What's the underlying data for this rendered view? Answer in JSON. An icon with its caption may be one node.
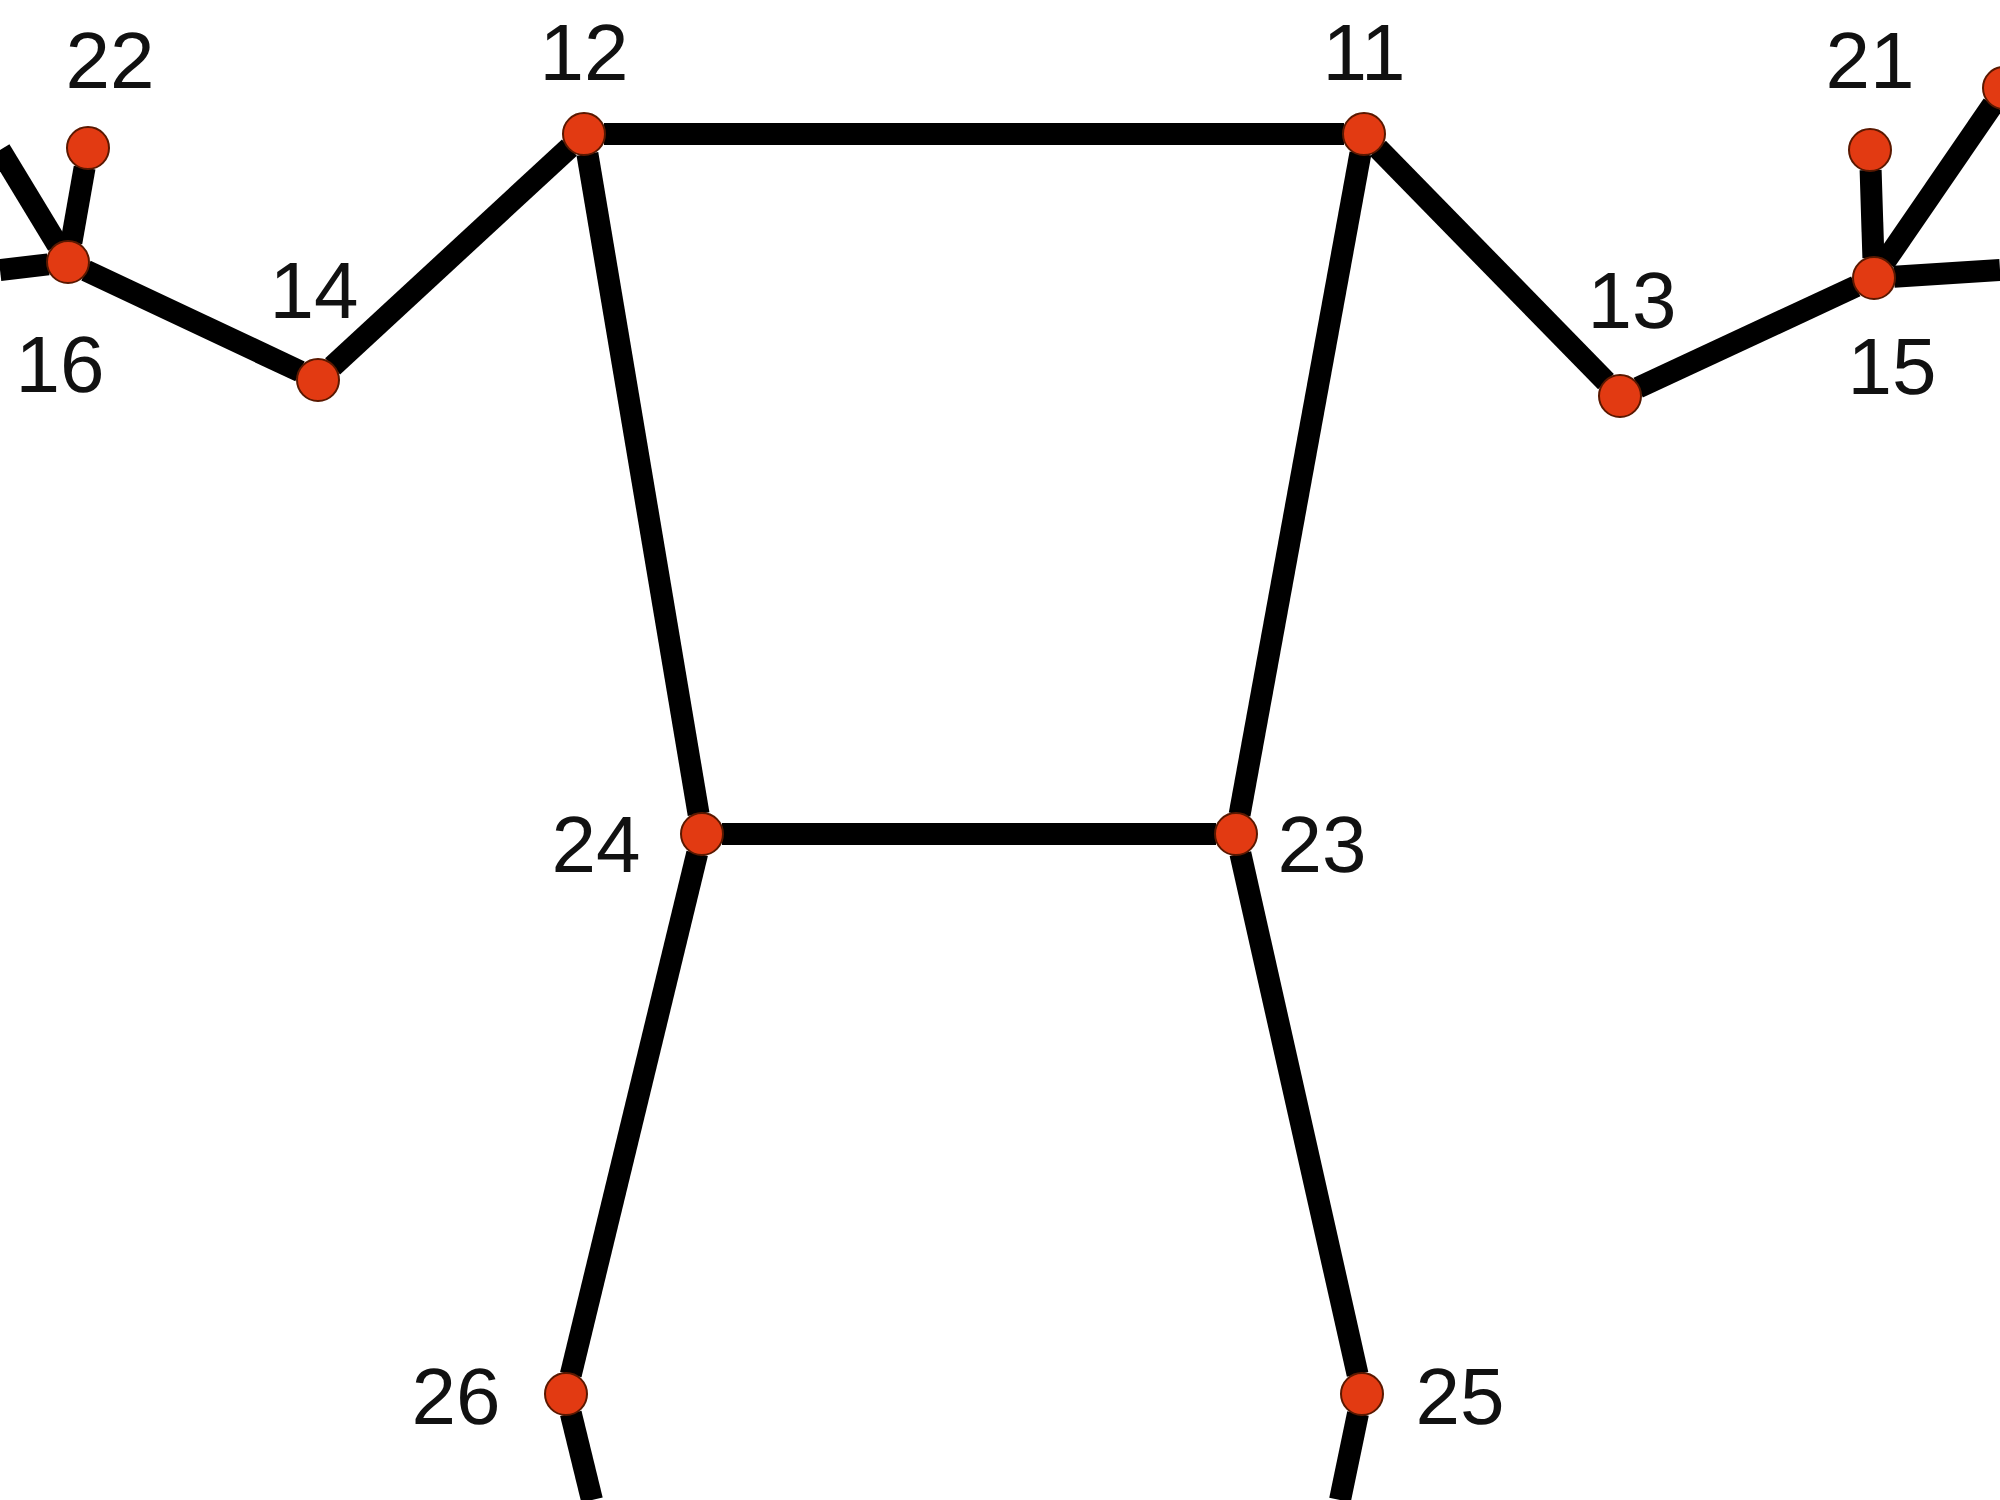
{
  "diagram": {
    "nodes": [
      {
        "text": [],
        "shape": "circle",
        "beside": [
          "22"
        ]
      },
      {
        "text": [],
        "shape": "circle",
        "beside": [
          "12"
        ]
      },
      {
        "text": [],
        "shape": "circle",
        "beside": [
          "11"
        ]
      },
      {
        "text": [],
        "shape": "circle",
        "beside": [
          "21"
        ]
      },
      {
        "text": [],
        "shape": "circle"
      },
      {
        "text": [],
        "shape": "circle",
        "beside": [
          "16"
        ]
      },
      {
        "text": [],
        "shape": "circle",
        "beside": [
          "15"
        ]
      },
      {
        "text": [],
        "shape": "circle",
        "beside": [
          "14"
        ]
      },
      {
        "text": [],
        "shape": "circle",
        "beside": [
          "13"
        ]
      },
      {
        "text": [],
        "shape": "circle",
        "beside": [
          "24"
        ]
      },
      {
        "text": [],
        "shape": "circle",
        "beside": [
          "23"
        ]
      },
      {
        "text": [],
        "shape": "circle",
        "beside": [
          "26"
        ]
      },
      {
        "text": [],
        "shape": "circle",
        "beside": [
          "25"
        ]
      }
    ],
    "edges": [
      {
        "from": 1,
        "to": 2,
        "arrow": "none"
      },
      {
        "from": 1,
        "to": 7,
        "arrow": "none"
      },
      {
        "from": 7,
        "to": 5,
        "arrow": "none"
      },
      {
        "from": 5,
        "to": 0,
        "arrow": "none"
      },
      {
        "from": 5,
        "to": null,
        "arrow": "none"
      },
      {
        "from": 5,
        "to": null,
        "arrow": "none"
      },
      {
        "from": 2,
        "to": 8,
        "arrow": "none"
      },
      {
        "from": 8,
        "to": 6,
        "arrow": "none"
      },
      {
        "from": 6,
        "to": 3,
        "arrow": "none"
      },
      {
        "from": 6,
        "to": 4,
        "arrow": "none"
      },
      {
        "from": 6,
        "to": null,
        "arrow": "none"
      },
      {
        "from": 1,
        "to": 9,
        "arrow": "none"
      },
      {
        "from": 2,
        "to": 10,
        "arrow": "none"
      },
      {
        "from": 9,
        "to": 10,
        "arrow": "none"
      },
      {
        "from": 9,
        "to": 11,
        "arrow": "none"
      },
      {
        "from": 10,
        "to": 12,
        "arrow": "none"
      },
      {
        "from": 11,
        "to": null,
        "arrow": "none"
      },
      {
        "from": 12,
        "to": null,
        "arrow": "none"
      }
    ]
  }
}
